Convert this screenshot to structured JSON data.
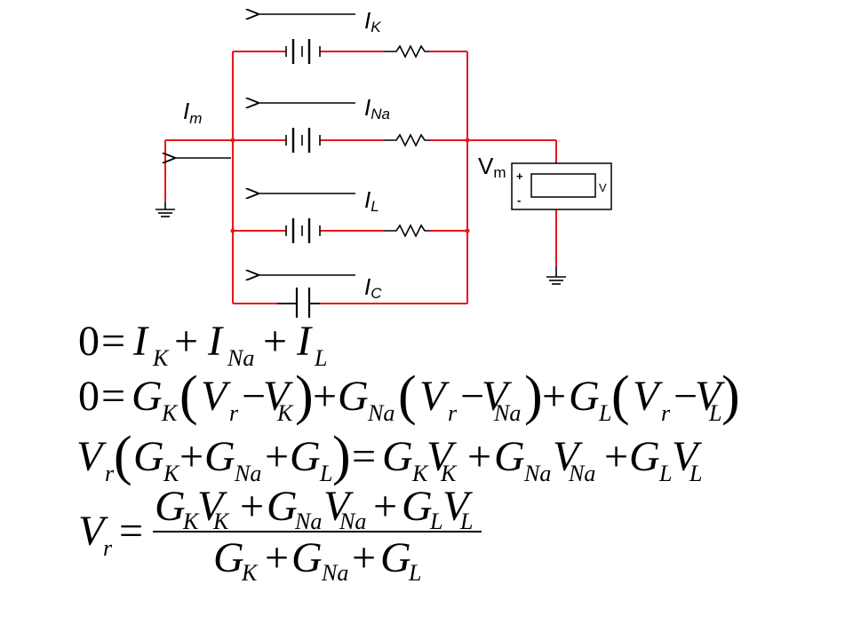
{
  "circuit": {
    "labels": {
      "ik": {
        "main": "I",
        "sub": "K"
      },
      "ina": {
        "main": "I",
        "sub": "Na"
      },
      "il": {
        "main": "I",
        "sub": "L"
      },
      "ic": {
        "main": "I",
        "sub": "C"
      },
      "im": {
        "main": "I",
        "sub": "m"
      },
      "vm": {
        "main": "V",
        "sub": "m"
      }
    },
    "meter": {
      "plus": "+",
      "minus": "-",
      "unit": "V"
    },
    "colors": {
      "wire": "#e8161b",
      "component": "#000000"
    }
  },
  "equations": {
    "eq1": "0 = I_K + I_Na + I_L",
    "eq2": "0 = G_K(V_r − V_K) + G_Na(V_r − V_Na) + G_L(V_r − V_L)",
    "eq3": "V_r(G_K + G_Na + G_L) = G_K V_K + G_Na V_Na + G_L V_L",
    "eq4": "V_r = (G_K V_K + G_Na V_Na + G_L V_L) / (G_K + G_Na + G_L)",
    "tokens": {
      "zero": "0",
      "eq": "=",
      "plus": "+",
      "minus": "−",
      "lparen": "(",
      "rparen": ")",
      "I": "I",
      "G": "G",
      "V": "V",
      "K": "K",
      "Na": "Na",
      "L": "L",
      "r": "r"
    }
  }
}
